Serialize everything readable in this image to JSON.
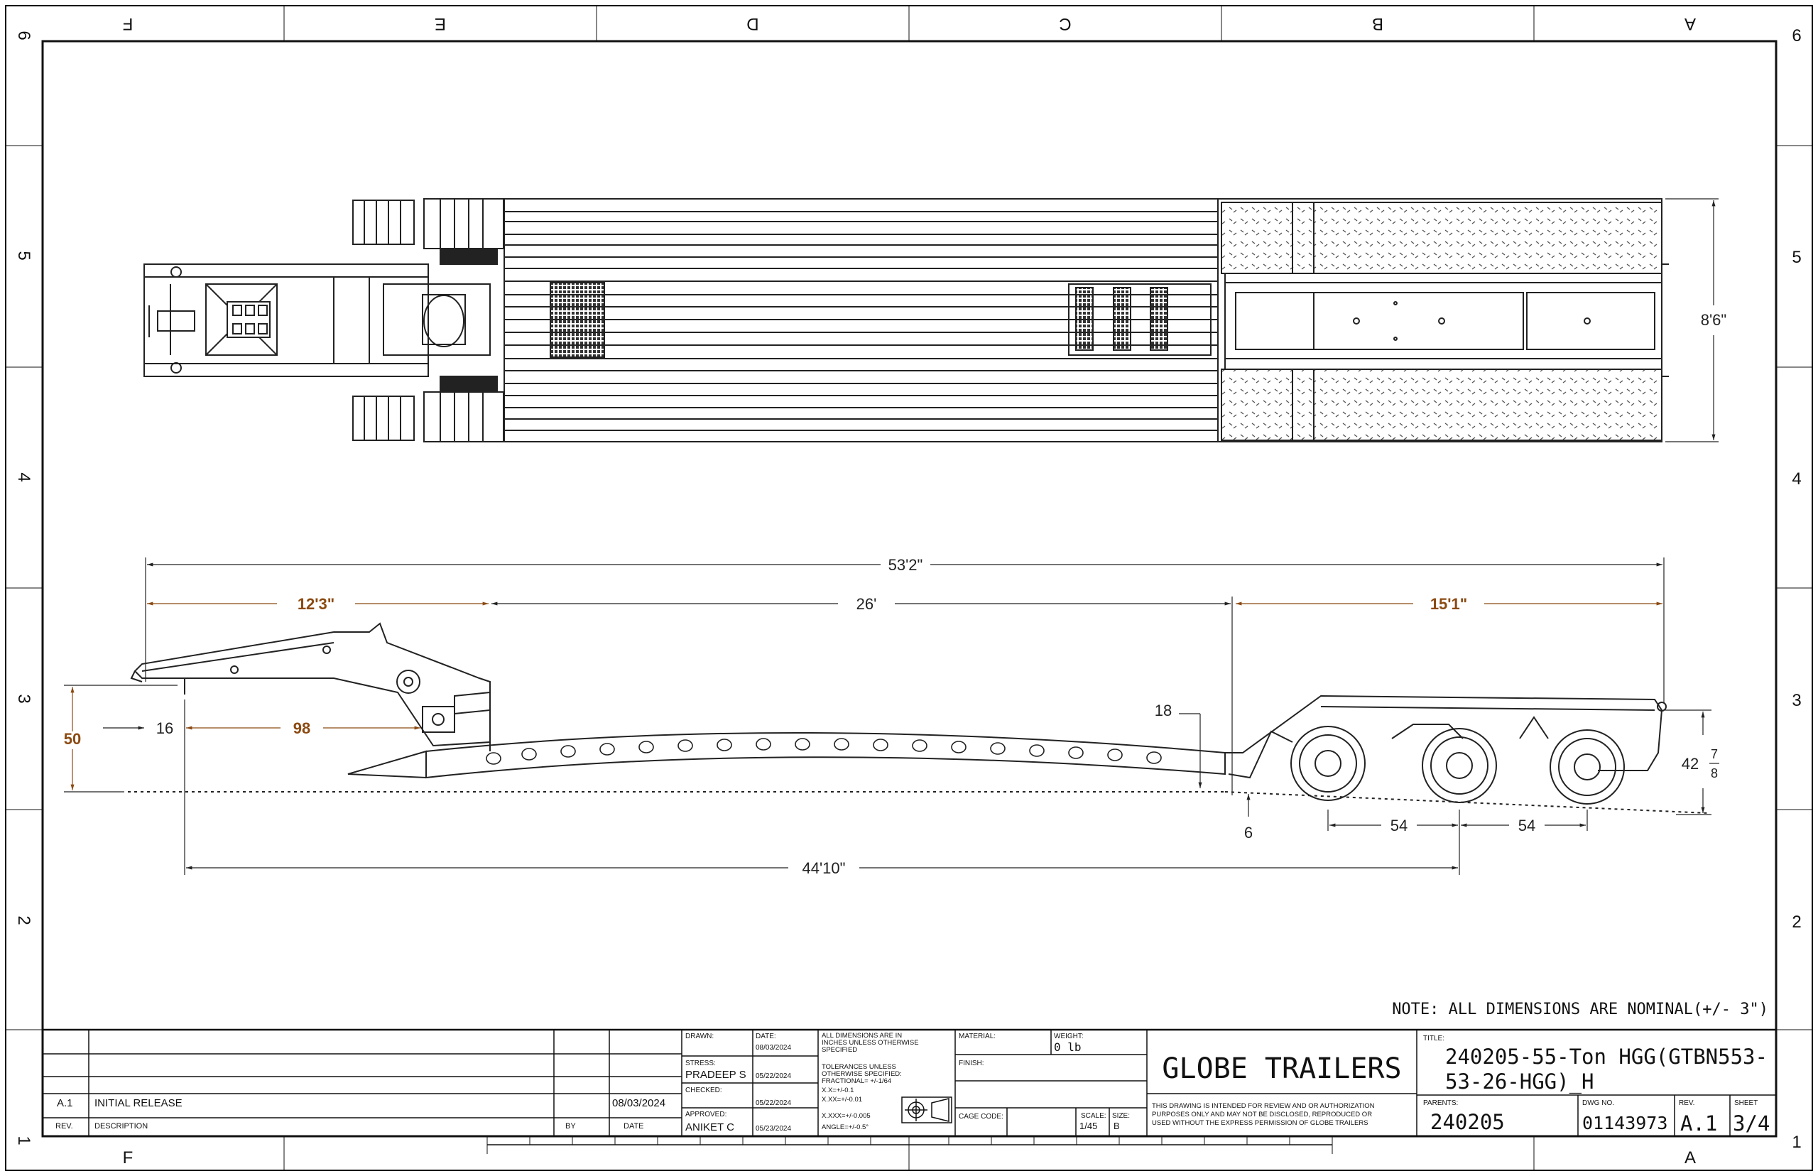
{
  "border": {
    "columns_top": [
      "F",
      "E",
      "D",
      "C",
      "B",
      "A"
    ],
    "columns_bottom": [
      "F",
      "A"
    ],
    "rows": [
      "6",
      "5",
      "4",
      "3",
      "2",
      "1"
    ]
  },
  "top_view": {
    "width_dim": "8'6\""
  },
  "side_view": {
    "overall_length": "53'2\"",
    "gooseneck_length": "12'3\"",
    "deck_length": "26'",
    "rear_length": "15'1\"",
    "kingpin_to_axle": "44'10\"",
    "dim_50": "50",
    "dim_16": "16",
    "dim_98": "98",
    "dim_18": "18",
    "dim_6": "6",
    "axle_spacing_1": "54",
    "axle_spacing_2": "54",
    "rear_height_whole": "42",
    "rear_height_num": "7",
    "rear_height_den": "8"
  },
  "note": "NOTE: ALL DIMENSIONS ARE NOMINAL(+/- 3\")",
  "title_block": {
    "revisions": {
      "rev": "A.1",
      "description": "INITIAL RELEASE",
      "date": "08/03/2024"
    },
    "rev_headers": {
      "rev": "REV.",
      "description": "DESCRIPTION",
      "by": "BY",
      "date": "DATE"
    },
    "drawn_label": "DRAWN:",
    "date_label": "DATE:",
    "drawn_date": "08/03/2024",
    "stress_label": "STRESS:",
    "stress_name": "PRADEEP S",
    "stress_date": "05/22/2024",
    "checked_label": "CHECKED:",
    "checked_date": "05/22/2024",
    "approved_label": "APPROVED:",
    "approved_name": "ANIKET C",
    "approved_date": "05/23/2024",
    "tolerance_lines": [
      "ALL DIMENSIONS ARE IN",
      "INCHES UNLESS OTHERWISE",
      "SPECIFIED",
      "TOLERANCES UNLESS",
      "OTHERWISE SPECIFIED:",
      "FRACTIONAL= +/-1/64",
      "X.X=+/-0.1",
      "X.XX=+/-0.01",
      "X.XXX=+/-0.005",
      "ANGLE=+/-0.5°"
    ],
    "material_label": "MATERIAL:",
    "weight_label": "WEIGHT:",
    "weight": "0 lb",
    "finish_label": "FINISH:",
    "cage_code_label": "CAGE CODE:",
    "scale_label": "SCALE:",
    "scale": "1/45",
    "size_label": "SIZE:",
    "size": "B",
    "company": "GLOBE TRAILERS",
    "disclaimer": [
      "THIS DRAWING IS INTENDED FOR REVIEW AND OR AUTHORIZATION",
      "PURPOSES ONLY AND MAY NOT BE DISCLOSED, REPRODUCED OR",
      "USED WITHOUT THE EXPRESS PERMISSION OF GLOBE TRAILERS"
    ],
    "title_label": "TITLE:",
    "title_line1": "240205-55-Ton HGG(GTBN553-",
    "title_line2": "53-26-HGG)_H",
    "parents_label": "PARENTS:",
    "parents": "240205",
    "dwg_no_label": "DWG NO.",
    "dwg_no": "01143973",
    "rev_label": "REV.",
    "rev": "A.1",
    "sheet_label": "SHEET",
    "sheet": "3/4"
  }
}
